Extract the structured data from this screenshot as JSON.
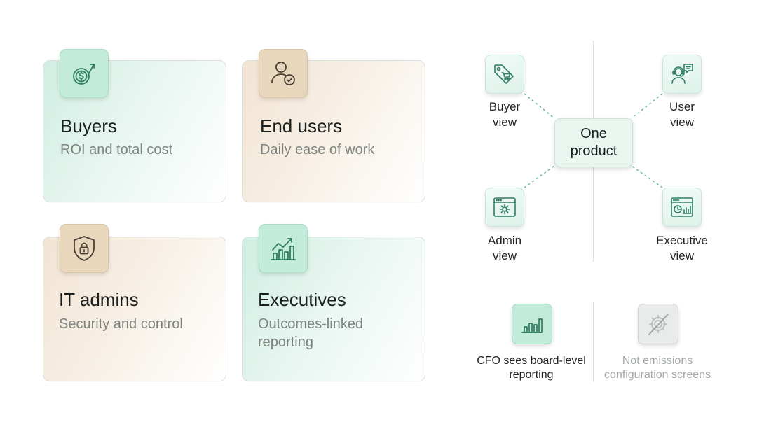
{
  "personas": [
    {
      "title": "Buyers",
      "subtitle": "ROI and total cost",
      "icon": "dollar-growth-icon",
      "tone": "green"
    },
    {
      "title": "End users",
      "subtitle": "Daily ease of work",
      "icon": "user-check-icon",
      "tone": "beige"
    },
    {
      "title": "IT admins",
      "subtitle": "Security and control",
      "icon": "shield-lock-icon",
      "tone": "beige"
    },
    {
      "title": "Executives",
      "subtitle": "Outcomes-linked reporting",
      "icon": "trend-chart-icon",
      "tone": "green"
    }
  ],
  "hub": {
    "center": "One\nproduct",
    "views": [
      {
        "label": "Buyer\nview",
        "icon": "price-tag-cart-icon"
      },
      {
        "label": "User\nview",
        "icon": "headset-support-icon"
      },
      {
        "label": "Admin\nview",
        "icon": "settings-window-icon"
      },
      {
        "label": "Executive\nview",
        "icon": "dashboard-window-icon"
      }
    ]
  },
  "callouts": [
    {
      "label": "CFO sees board-level\nreporting",
      "icon": "bar-chart-icon",
      "state": "included"
    },
    {
      "label": "Not emissions\nconfiguration screens",
      "icon": "gear-crossed-icon",
      "state": "excluded"
    }
  ],
  "colors": {
    "accent_green": "#2f7d63",
    "green_tint": "#c2ebd9",
    "beige_tint": "#e8d6bd",
    "muted_text": "#7d8480"
  }
}
